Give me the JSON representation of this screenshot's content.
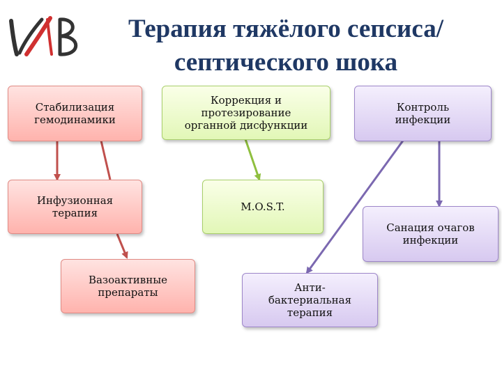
{
  "title": "Терапия тяжёлого сепсиса/\nсептического шока",
  "logo_text": "ИВ",
  "boxes": {
    "hemo": "Стабилизация\nгемодинамики",
    "organ": "Коррекция и\nпротезирование\nорганной дисфункции",
    "infection": "Контроль\nинфекции",
    "infusion": "Инфузионная\nтерапия",
    "most": "M.O.S.T.",
    "sanation": "Санация очагов\nинфекции",
    "vaso": "Вазоактивные\nпрепараты",
    "antibact": "Анти-\nбактериальная\nтерапия"
  },
  "colors": {
    "title": "#1f3864",
    "red_arrow": "#c0504d",
    "green_arrow": "#8fbf3f",
    "purple_arrow": "#7b68b0",
    "logo_red": "#d03030",
    "logo_dark": "#333333"
  }
}
